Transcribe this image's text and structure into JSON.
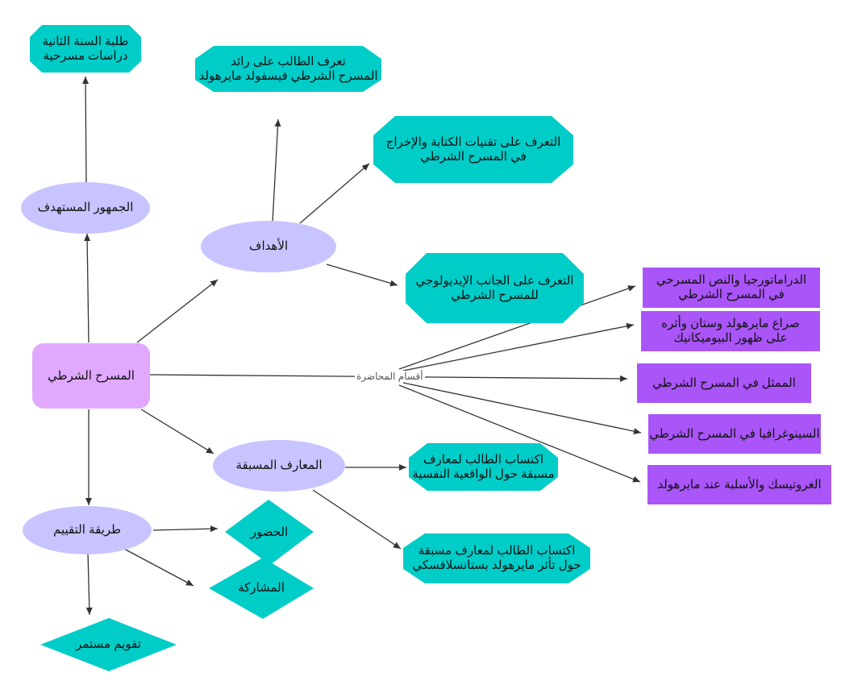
{
  "colors": {
    "center": "#E0A8FF",
    "ellipse": "#C8C4FF",
    "teal": "#00CCC8",
    "purple": "#A955F7",
    "arrow": "#333333"
  },
  "nodes": {
    "center": "المسرح الشرطي",
    "audience": "الجمهور المستهدف",
    "students": "طلبة السنة الثانية\nدراسات مسرحية",
    "goals": "الأهداف",
    "goal1": "تعرف الطالب على رائد\nالمسرح الشرطي فيسفولد مايرهولد",
    "goal2": "التعرف على تقنيات الكتابة والإخراج\nفي المسرح الشرطي",
    "goal3": "التعرف على الجانب الإيديولوجي\nللمسرح الشرطي",
    "prior": "المعارف المسبقة",
    "prior1": "اكتساب الطالب لمعارف\nمسبقة حول الواقعية النفسية",
    "prior2": "اكتساب الطالب لمعارف مسبقة\nحول تأثر مايرهولد بستانسلافسكي",
    "evaluation": "طريقة التقييم",
    "attendance": "الحضور",
    "participation": "المشاركة",
    "continuous": "تقويم مستمر",
    "section1": "الدراماتورجيا والنص المسرحي\nفي المسرح الشرطي",
    "section2": "صراع مايرهولد وستان وأثره\nعلى ظهور البيوميكانيك",
    "section3": "الممثل في المسرح الشرطي",
    "section4": "السينوغرافيا في المسرح الشرطي",
    "section5": "الغروتيسك والأسلبة عند مايرهولد"
  },
  "edges": {
    "lecture_sections": "أقسام المحاضرة"
  }
}
